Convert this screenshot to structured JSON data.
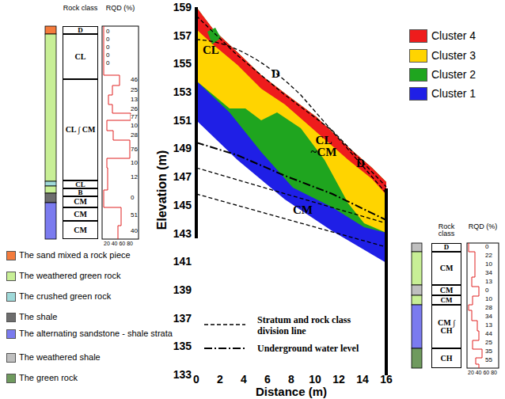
{
  "diagram": {
    "nodes": [
      {
        "text": [
          "D"
        ]
      },
      {
        "text": [
          "CL"
        ]
      },
      {
        "text": [
          "CL ∫ CM"
        ]
      },
      {
        "text": [
          "CL"
        ]
      },
      {
        "text": [
          "B"
        ]
      },
      {
        "text": [
          "CM"
        ]
      },
      {
        "text": [
          "CM"
        ]
      },
      {
        "text": [
          "CM"
        ]
      },
      {
        "text": [
          "D"
        ]
      },
      {
        "text": [
          "CM"
        ]
      },
      {
        "text": [
          "CM"
        ]
      },
      {
        "text": [
          "CM"
        ]
      },
      {
        "text": [
          "CM ∫ CH"
        ]
      },
      {
        "text": [
          "CH"
        ]
      }
    ],
    "labels": [
      "Rock class",
      "RQD (%)",
      "0",
      "0",
      "0",
      "0",
      "0",
      "46",
      "25",
      "13",
      "26",
      "77",
      "10",
      "28",
      "76",
      "10",
      "12",
      "0",
      "51",
      "40",
      "20 40 60 80",
      "Rock class",
      "RQD (%)",
      "0",
      "22",
      "10",
      "34",
      "13",
      "0",
      "10",
      "28",
      "34",
      "13",
      "44",
      "25",
      "35",
      "55",
      "20 40 60 80",
      "159",
      "157",
      "155",
      "153",
      "151",
      "149",
      "147",
      "145",
      "143",
      "141",
      "139",
      "137",
      "135",
      "133",
      "0",
      "2",
      "4",
      "6",
      "8",
      "10",
      "12",
      "14",
      "16",
      "Elevation (m)",
      "Distance (m)",
      "CL",
      "D",
      "CL ~CM",
      "D",
      "CM"
    ],
    "legend": [
      {
        "text": "Cluster 4",
        "color": "#ee1c1c"
      },
      {
        "text": "Cluster 3",
        "color": "#ffd400"
      },
      {
        "text": "Cluster 2",
        "color": "#1fa51f"
      },
      {
        "text": "Cluster 1",
        "color": "#1f1fe6"
      },
      {
        "text": "The sand mixed a rock piece",
        "color": "#f47b3c"
      },
      {
        "text": "The weathered green rock",
        "color": "#c8ef96"
      },
      {
        "text": "The crushed green rock",
        "color": "#9fd9d9"
      },
      {
        "text": "The shale",
        "color": "#6d6d6d"
      },
      {
        "text": "The alternating sandstone - shale strata",
        "color": "#7b7bef"
      },
      {
        "text": "The weathered shale",
        "color": "#bfbfbf"
      },
      {
        "text": "The green rock",
        "color": "#6f9a5e"
      },
      {
        "text": "Stratum and rock class division line"
      },
      {
        "text": "Underground water level"
      }
    ]
  }
}
